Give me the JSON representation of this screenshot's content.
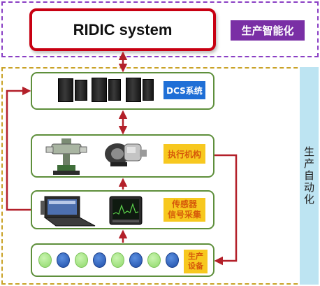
{
  "title": "RIDIC system",
  "zones": {
    "production_intelligence": "生产智能化",
    "production_automation": "生产自动化"
  },
  "layers": {
    "dcs": "DCS系统",
    "actuator": "执行机构",
    "sensor_line1": "传感器",
    "sensor_line2": "信号采集",
    "equipment_line1": "生产",
    "equipment_line2": "设备"
  },
  "colors": {
    "arrow": "#b3202a",
    "row_border": "#5e8f3b",
    "intel_dashed": "#8a3fc4",
    "auto_dashed": "#c9a227",
    "dcs_label_bg": "#1f6fd6",
    "yellow_label_bg": "#f7c81f"
  }
}
